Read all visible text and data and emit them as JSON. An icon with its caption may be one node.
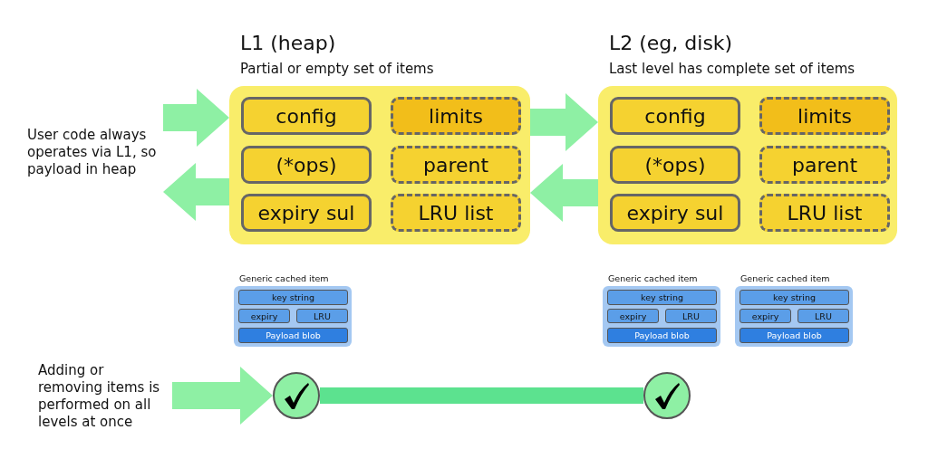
{
  "diagram": {
    "nodes": [
      {
        "text": [
          "L1 (heap)",
          "Partial or empty set of items"
        ]
      },
      {
        "text": [
          "config"
        ],
        "in": 0
      },
      {
        "text": [
          "limits"
        ],
        "in": 0
      },
      {
        "text": [
          "(*ops)"
        ],
        "in": 0
      },
      {
        "text": [
          "parent"
        ],
        "in": 0
      },
      {
        "text": [
          "expiry sul"
        ],
        "in": 0
      },
      {
        "text": [
          "LRU list"
        ],
        "in": 0
      },
      {
        "text": [
          "L2 (eg, disk)",
          "Last level has complete set of items"
        ]
      },
      {
        "text": [
          "config"
        ],
        "in": 7
      },
      {
        "text": [
          "limits"
        ],
        "in": 7
      },
      {
        "text": [
          "(*ops)"
        ],
        "in": 7
      },
      {
        "text": [
          "parent"
        ],
        "in": 7
      },
      {
        "text": [
          "expiry sul"
        ],
        "in": 7
      },
      {
        "text": [
          "LRU list"
        ],
        "in": 7
      },
      {
        "text": [
          "Generic cached item"
        ]
      },
      {
        "text": [
          "key string"
        ],
        "in": 14
      },
      {
        "text": [
          "expiry"
        ],
        "in": 14
      },
      {
        "text": [
          "LRU"
        ],
        "in": 14
      },
      {
        "text": [
          "Payload blob"
        ],
        "in": 14
      },
      {
        "text": [
          "Generic cached item"
        ]
      },
      {
        "text": [
          "key string"
        ],
        "in": 19
      },
      {
        "text": [
          "expiry"
        ],
        "in": 19
      },
      {
        "text": [
          "LRU"
        ],
        "in": 19
      },
      {
        "text": [
          "Payload blob"
        ],
        "in": 19
      },
      {
        "text": [
          "Generic cached item"
        ]
      },
      {
        "text": [
          "key string"
        ],
        "in": 24
      },
      {
        "text": [
          "expiry"
        ],
        "in": 24
      },
      {
        "text": [
          "LRU"
        ],
        "in": 24
      },
      {
        "text": [
          "Payload blob"
        ],
        "in": 24
      },
      {
        "text": [],
        "shape": "circle"
      },
      {
        "text": [],
        "shape": "circle"
      },
      {
        "text": [
          "User code always operates via L1, so payload in heap"
        ]
      },
      {
        "text": [
          "Adding or removing items is performed on all levels at once"
        ]
      }
    ],
    "edges": [
      {
        "from": 31,
        "to": 0,
        "arrow": "to"
      },
      {
        "from": 0,
        "to": 31,
        "arrow": "to"
      },
      {
        "from": 0,
        "to": 7,
        "arrow": "to"
      },
      {
        "from": 7,
        "to": 0,
        "arrow": "to"
      },
      {
        "from": 32,
        "to": 29,
        "arrow": "to"
      },
      {
        "from": 29,
        "to": 30,
        "arrow": "none",
        "color": "#5ce28f"
      }
    ]
  }
}
